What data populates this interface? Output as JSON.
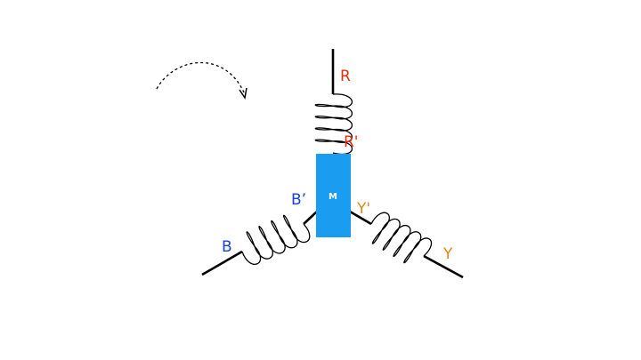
{
  "diagram": {
    "labels": {
      "r": "R",
      "r_prime": "R'",
      "b": "B",
      "b_prime": "B’",
      "y": "Y",
      "y_prime": "Y'",
      "center": "M"
    },
    "icons": {
      "rotation": "curved-dashed-arrow"
    }
  },
  "colors": {
    "r_phase": "#e8300e",
    "b_phase": "#1842d6",
    "y_phase": "#e08a12",
    "center_block": "#1a9cf0",
    "center_text": "#ffffff",
    "wire": "#000000"
  }
}
